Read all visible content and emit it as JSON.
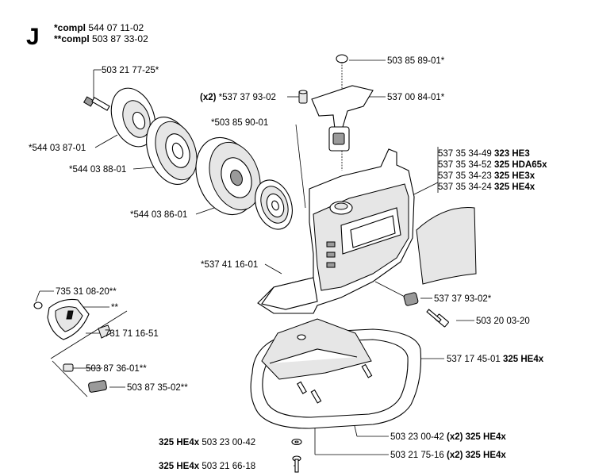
{
  "section": {
    "letter": "J",
    "compl1_prefix": "*compl",
    "compl1_number": "544 07 11-02",
    "compl2_prefix": "**compl",
    "compl2_number": "503 87 33-02"
  },
  "parts": {
    "p1": {
      "pre": "",
      "num": "503 85 89-01*",
      "suf": ""
    },
    "p2": {
      "pre": "",
      "num": "503 21 77-25*",
      "suf": ""
    },
    "p3": {
      "pre": "(x2)",
      "num": " *537 37 93-02",
      "suf": ""
    },
    "p4": {
      "pre": "",
      "num": "537 00 84-01*",
      "suf": ""
    },
    "p5": {
      "pre": "",
      "num": "*503 85 90-01",
      "suf": ""
    },
    "p6": {
      "pre": "",
      "num": "*544 03 87-01",
      "suf": ""
    },
    "p7": {
      "pre": "",
      "num": "*544 03 88-01",
      "suf": ""
    },
    "p8": {
      "pre": "",
      "num": "*544 03 86-01",
      "suf": ""
    },
    "p9": {
      "pre": "",
      "num": "*537 41 16-01",
      "suf": ""
    },
    "p10": {
      "pre": "",
      "num": "735 31 08-20**",
      "suf": ""
    },
    "p11": {
      "pre": "",
      "num": "**",
      "suf": ""
    },
    "p12": {
      "pre": "",
      "num": "731 71 16-51",
      "suf": ""
    },
    "p13": {
      "pre": "",
      "num": "503 87 36-01**",
      "suf": ""
    },
    "p14": {
      "pre": "",
      "num": "503 87 35-02**",
      "suf": ""
    },
    "p15": {
      "pre": "",
      "num": "537 37 93-02*",
      "suf": ""
    },
    "p16": {
      "pre": "",
      "num": "503 20 03-20",
      "suf": ""
    },
    "p17": {
      "pre": "",
      "num": "537 17 45-01 ",
      "suf": "325 HE4x"
    },
    "p18": {
      "pre": "",
      "num": "503 23 00-42 ",
      "suf": "(x2) 325 HE4x"
    },
    "p19": {
      "pre": "325 HE4x",
      "num": " 503 23 00-42",
      "suf": ""
    },
    "p20": {
      "pre": "",
      "num": "503 21 75-16 ",
      "suf": "(x2) 325 HE4x"
    },
    "p21": {
      "pre": "325 HE4x",
      "num": " 503 21 66-18",
      "suf": ""
    }
  },
  "decals": [
    {
      "num": "537 35 34-49 ",
      "model": "323 HE3"
    },
    {
      "num": "537 35 34-52 ",
      "model": "325 HDA65x"
    },
    {
      "num": "537 35 34-23 ",
      "model": "325 HE3x"
    },
    {
      "num": "537 35 34-24 ",
      "model": "325 HE4x"
    }
  ]
}
